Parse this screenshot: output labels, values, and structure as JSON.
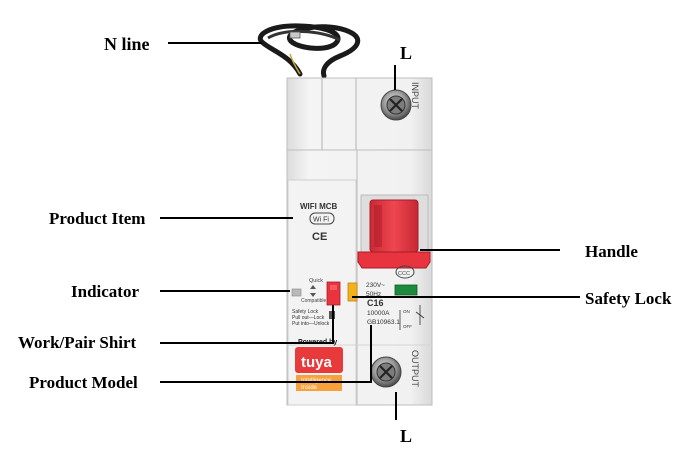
{
  "labels": {
    "n_line": "N line",
    "l_top": "L",
    "product_item": "Product Item",
    "handle": "Handle",
    "indicator": "Indicator",
    "safety_lock": "Safety Lock",
    "work_pair": "Work/Pair Shirt",
    "product_model": "Product Model",
    "l_bottom": "L"
  },
  "device": {
    "input_text": "INPUT",
    "output_text": "OUTPUT",
    "wifi_mcb": "WIFI MCB",
    "wifi_badge": "Wi Fi",
    "ce_mark": "CE",
    "quick": "Quick",
    "compatible": "Compatible",
    "safety_lock_line1": "Safety Lock",
    "safety_lock_line2": "Pull out—Lock",
    "safety_lock_line3": "Put into—Unlock",
    "powered_by": "Powered by",
    "tuya": "tuya",
    "intelligence_line1": "Intelligence",
    "intelligence_line2": "Inside",
    "ccc": "CCC",
    "voltage": "230V~",
    "frequency": "50Hz",
    "rating": "C16",
    "capacity": "10000A",
    "standard": "GB10963.1",
    "on": "ON",
    "off": "OFF"
  },
  "colors": {
    "handle_red": "#e8343f",
    "indicator_yellow": "#f3b21a",
    "tuya_red": "#e83a3a",
    "window_green": "#1e8a3e",
    "body_gray": "#f0f0f0"
  }
}
